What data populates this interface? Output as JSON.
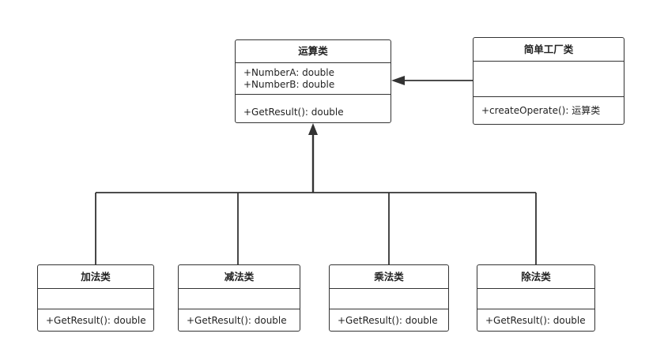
{
  "diagram": {
    "operation_class": {
      "name": "运算类",
      "attributes": [
        "+NumberA: double",
        "+NumberB: double"
      ],
      "operations": [
        "+GetResult(): double"
      ]
    },
    "factory_class": {
      "name": "简单工厂类",
      "attributes": [],
      "operations": [
        "+createOperate(): 运算类"
      ]
    },
    "subclasses": [
      {
        "name": "加法类",
        "operations": [
          "+GetResult(): double"
        ]
      },
      {
        "name": "减法类",
        "operations": [
          "+GetResult(): double"
        ]
      },
      {
        "name": "乘法类",
        "operations": [
          "+GetResult(): double"
        ]
      },
      {
        "name": "除法类",
        "operations": [
          "+GetResult(): double"
        ]
      }
    ],
    "relations": [
      {
        "type": "association",
        "from": "简单工厂类",
        "to": "运算类"
      },
      {
        "type": "generalization",
        "from": "加法类",
        "to": "运算类"
      },
      {
        "type": "generalization",
        "from": "减法类",
        "to": "运算类"
      },
      {
        "type": "generalization",
        "from": "乘法类",
        "to": "运算类"
      },
      {
        "type": "generalization",
        "from": "除法类",
        "to": "运算类"
      }
    ],
    "colors": {
      "stroke": "#333333",
      "background": "#ffffff",
      "text": "#222222"
    }
  }
}
